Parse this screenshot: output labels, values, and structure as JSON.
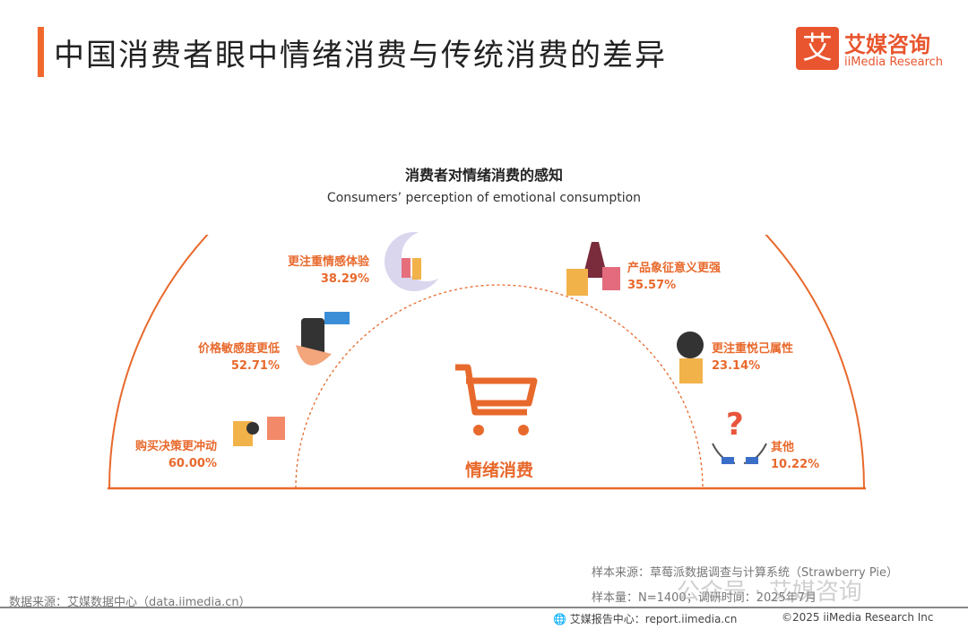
{
  "header": {
    "title": "中国消费者眼中情绪消费与传统消费的差异",
    "logo_cn": "艾媒咨询",
    "logo_mark": "艾",
    "logo_en": "iiMedia Research"
  },
  "chart_data": {
    "type": "radial-label",
    "title": "消费者对情绪消费的感知",
    "subtitle": "Consumers’ perception of emotional consumption",
    "center_label": "情绪消费",
    "categories": [
      "购买决策更冲动",
      "价格敏感度更低",
      "更注重情感体验",
      "产品象征意义更强",
      "更注重悦己属性",
      "其他"
    ],
    "values": [
      60.0,
      52.71,
      38.29,
      35.57,
      23.14,
      10.22
    ],
    "value_labels": [
      "60.00%",
      "52.71%",
      "38.29%",
      "35.57%",
      "23.14%",
      "10.22%"
    ],
    "unit": "%",
    "accent_color": "#e8692c"
  },
  "footer": {
    "sample_source": "样本来源：草莓派数据调查与计算系统（Strawberry Pie）",
    "sample_size": "样本量：N=1400；调研时间：2025年7月",
    "data_source": "数据来源：艾媒数据中心（data.iimedia.cn）",
    "report_center": "艾媒报告中心：report.iimedia.cn",
    "copyright": "©2025  iiMedia Research  Inc",
    "watermark": "公众号 · 艾媒咨询"
  }
}
